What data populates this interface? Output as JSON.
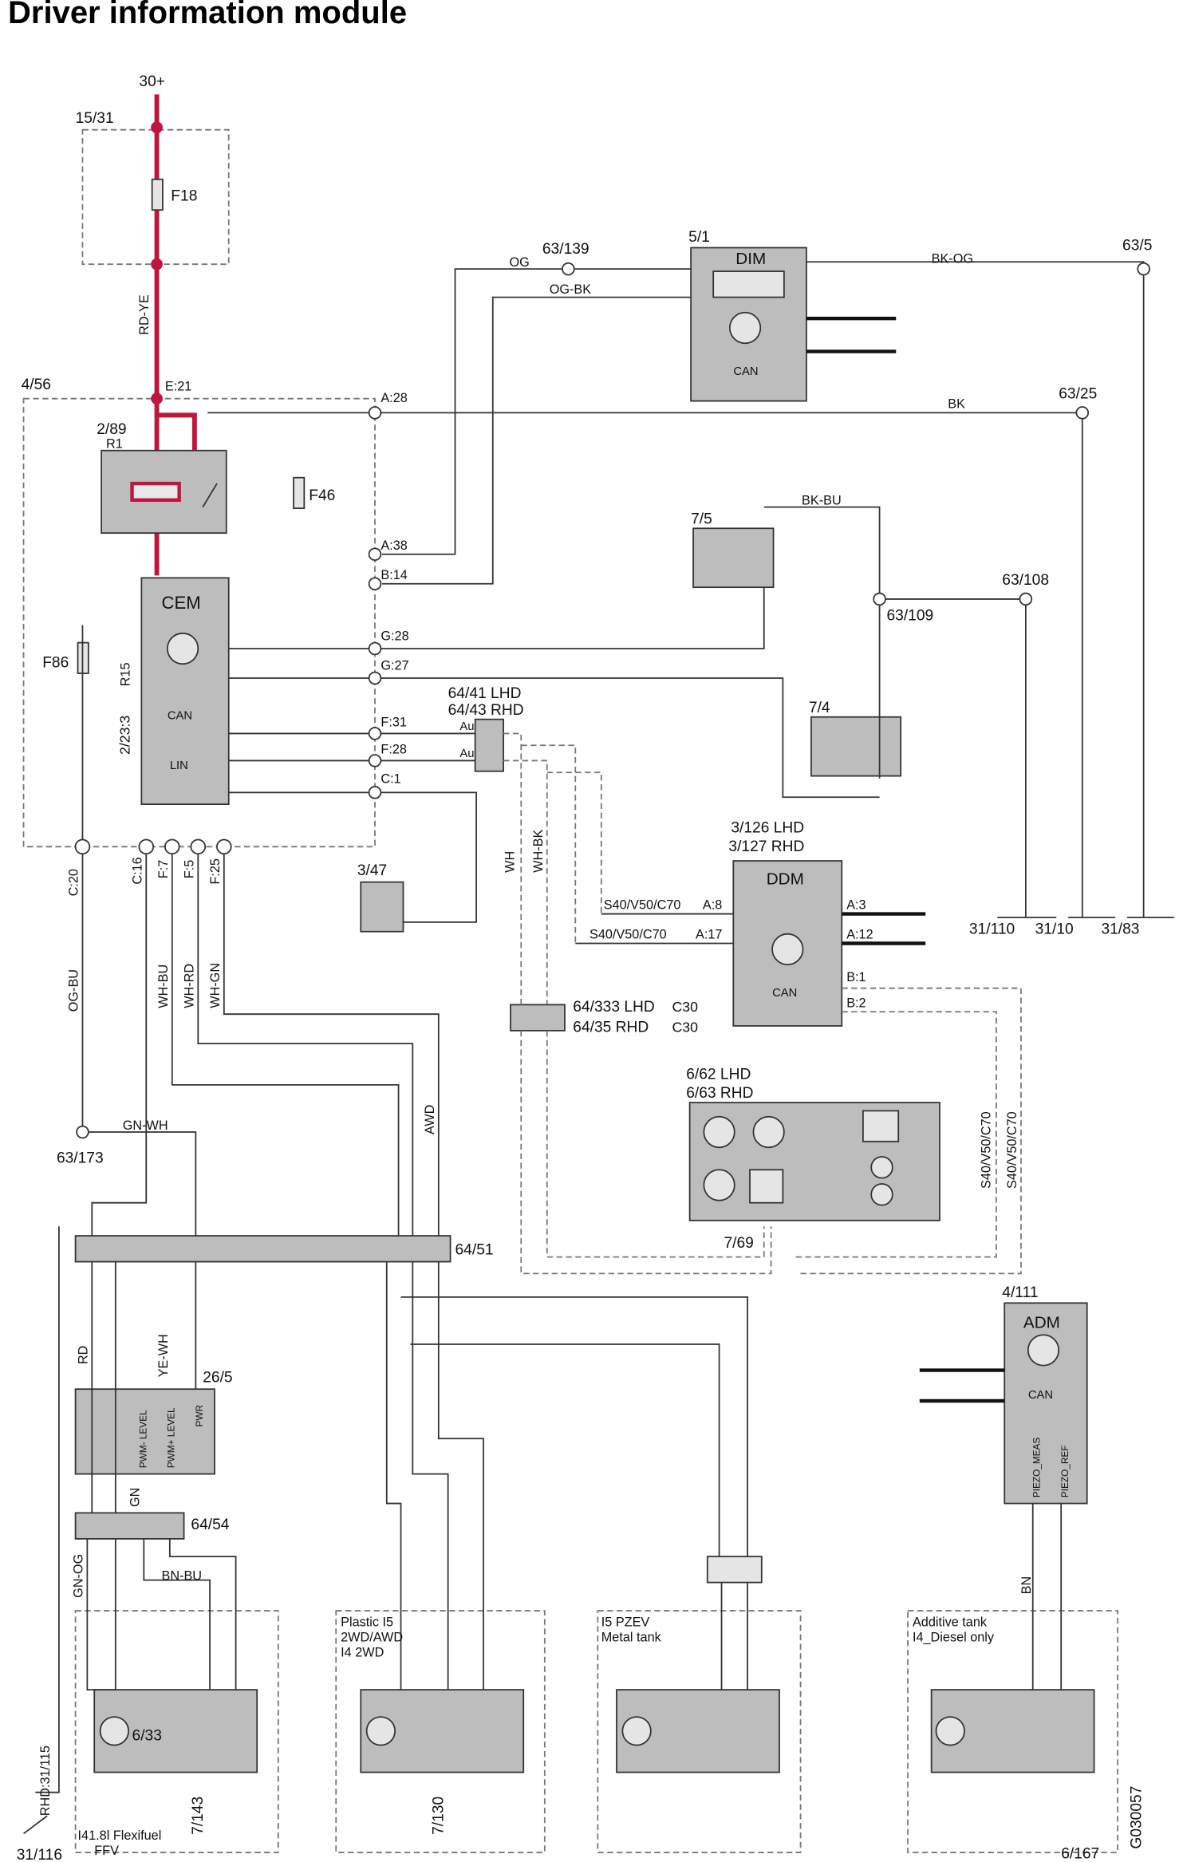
{
  "title": "Driver information module",
  "drawing_no": "G030057",
  "modules": {
    "dim": {
      "id": "5/1",
      "label": "DIM",
      "can": "CAN"
    },
    "cem": {
      "label": "CEM",
      "can": "CAN",
      "lin": "LIN"
    },
    "ddm": {
      "id_lhd": "3/126 LHD",
      "id_rhd": "3/127 RHD",
      "label": "DDM",
      "can": "CAN"
    },
    "adm": {
      "id": "4/111",
      "label": "ADM",
      "can": "CAN",
      "piezo_meas": "PIEZO_MEAS",
      "piezo_ref": "PIEZO_REF"
    },
    "mirror": {
      "id_lhd": "6/62 LHD",
      "id_rhd": "6/63  RHD"
    },
    "fuel_sender": {
      "id": "26/5",
      "pwm_minus": "PWM- LEVEL",
      "pwm_plus": "PWM+ LEVEL",
      "pwr": "PWR"
    }
  },
  "components": [
    "30+",
    "15/31",
    "F18",
    "4/56",
    "2/89",
    "R1",
    "F46",
    "F86",
    "2/23:3",
    "R15",
    "3/47",
    "7/5",
    "7/4",
    "63/139",
    "63/5",
    "63/25",
    "63/108",
    "63/109",
    "64/41 LHD",
    "64/43 RHD",
    "64/333 LHD",
    "C30",
    "64/35 RHD",
    "C30",
    "7/69",
    "63/173",
    "64/51",
    "64/54",
    "31/110",
    "31/10",
    "31/83",
    "31/116",
    "6/33",
    "7/143",
    "7/130",
    "6/167",
    "RHD:31/115"
  ],
  "pins": [
    "E:21",
    "A:28",
    "A:38",
    "B:14",
    "G:28",
    "G:27",
    "F:31",
    "F:28",
    "C:1",
    "C:20",
    "C:16",
    "F:7",
    "F:5",
    "F:25",
    "A:8",
    "A:17",
    "A:3",
    "A:12",
    "B:1",
    "B:2"
  ],
  "wire_colors": [
    "RD-YE",
    "OG",
    "OG-BK",
    "BK-OG",
    "BK",
    "BK-BU",
    "WH",
    "WH-BK",
    "WH-RD",
    "WH-BU",
    "GN-WH",
    "WH-GN",
    "OG-BU",
    "YE-WH",
    "RD",
    "GN",
    "GN-OG",
    "BN-BU",
    "BN",
    "AWD"
  ],
  "variant_labels": [
    "S40/V50/C70",
    "S40/V50/C70",
    "S40/V50/C70",
    "S40/V50/C70",
    "Au",
    "Au",
    "Plastic I5",
    "2WD/AWD",
    "I4 2WD",
    "I5 PZEV",
    "Metal tank",
    "Additive tank",
    "I4_Diesel only",
    "I41.8l Flexifuel",
    "FFV"
  ]
}
